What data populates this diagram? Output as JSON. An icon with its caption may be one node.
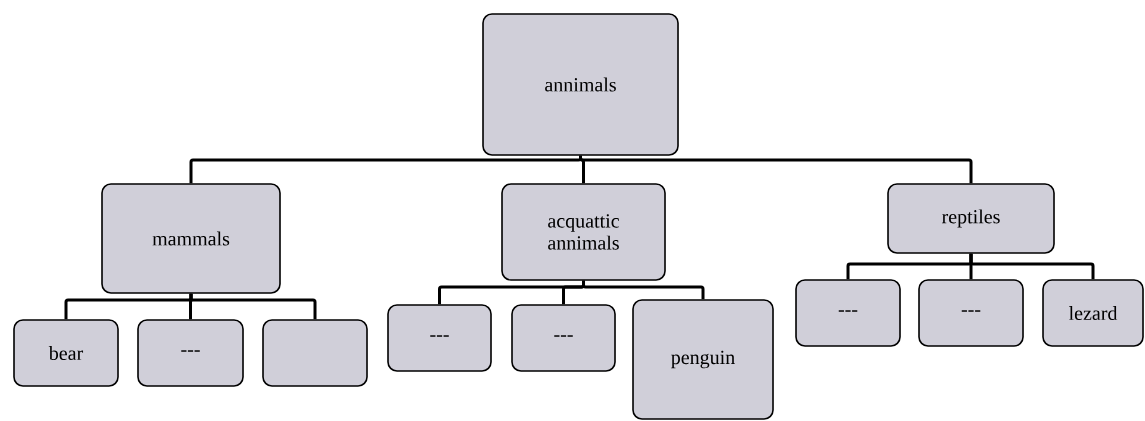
{
  "diagram": {
    "nodes": [
      {
        "text": [
          "annimals"
        ]
      },
      {
        "text": [
          "mammals"
        ]
      },
      {
        "text": [
          "acquattic annimals"
        ]
      },
      {
        "text": [
          "reptiles"
        ]
      },
      {
        "text": [
          "bear"
        ]
      },
      {
        "text": [
          "---"
        ]
      },
      {
        "text": [],
        "shape": "box"
      },
      {
        "text": [
          "---"
        ]
      },
      {
        "text": [
          "---"
        ]
      },
      {
        "text": [
          "penguin"
        ]
      },
      {
        "text": [
          "---"
        ]
      },
      {
        "text": [
          "---"
        ]
      },
      {
        "text": [
          "lezard"
        ]
      }
    ],
    "edges": [
      {
        "from": 0,
        "to": 1,
        "arrow": "none"
      },
      {
        "from": 0,
        "to": 2,
        "arrow": "none"
      },
      {
        "from": 0,
        "to": 3,
        "arrow": "none"
      },
      {
        "from": 1,
        "to": 4,
        "arrow": "none"
      },
      {
        "from": 1,
        "to": 5,
        "arrow": "none"
      },
      {
        "from": 1,
        "to": 6,
        "arrow": "none"
      },
      {
        "from": 2,
        "to": 7,
        "arrow": "none"
      },
      {
        "from": 2,
        "to": 8,
        "arrow": "none"
      },
      {
        "from": 2,
        "to": 9,
        "arrow": "none"
      },
      {
        "from": 3,
        "to": 10,
        "arrow": "none"
      },
      {
        "from": 3,
        "to": 11,
        "arrow": "none"
      },
      {
        "from": 3,
        "to": 12,
        "arrow": "none"
      }
    ]
  }
}
